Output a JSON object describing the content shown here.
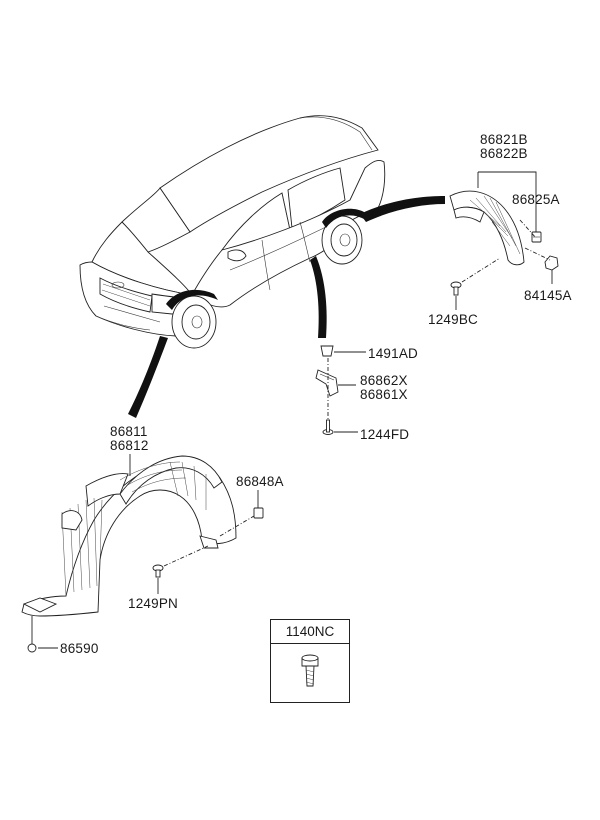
{
  "labels": {
    "p86821B": "86821B",
    "p86822B": "86822B",
    "p86825A": "86825A",
    "p84145A": "84145A",
    "p1249BC": "1249BC",
    "p1491AD": "1491AD",
    "p86862X": "86862X",
    "p86861X": "86861X",
    "p1244FD": "1244FD",
    "p86811": "86811",
    "p86812": "86812",
    "p86848A": "86848A",
    "p1249PN": "1249PN",
    "p86590": "86590",
    "p1140NC": "1140NC"
  },
  "icons": {
    "vehicle": "car-illustration",
    "front_liner": "front-wheel-guard-illustration",
    "rear_liner": "rear-wheel-guard-illustration",
    "fasteners": [
      "screw-icon",
      "clip-icon",
      "nut-icon",
      "bolt-icon"
    ]
  }
}
